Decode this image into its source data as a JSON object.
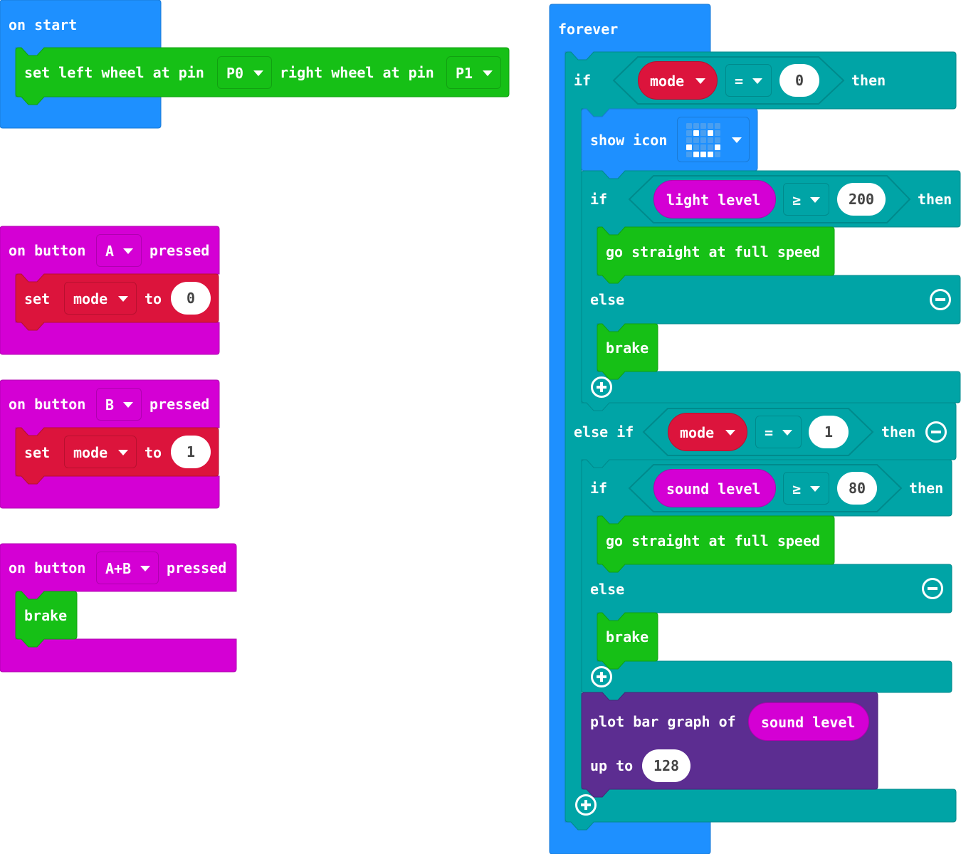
{
  "colors": {
    "events": "#1E90FF",
    "logic": "#00A4A6",
    "motors": "#16C016",
    "variables": "#DC143C",
    "input": "#D400D4",
    "led": "#5C2D91",
    "input_events": "#D400D4"
  },
  "on_start": {
    "label": "on start",
    "set_wheels": {
      "part1": "set left wheel at pin",
      "left_pin": "P0",
      "part2": "right wheel at pin",
      "right_pin": "P1"
    }
  },
  "button_a": {
    "prefix": "on button",
    "button": "A",
    "suffix": "pressed",
    "set": "set",
    "var": "mode",
    "to": "to",
    "value": "0"
  },
  "button_b": {
    "prefix": "on button",
    "button": "B",
    "suffix": "pressed",
    "set": "set",
    "var": "mode",
    "to": "to",
    "value": "1"
  },
  "button_ab": {
    "prefix": "on button",
    "button": "A+B",
    "suffix": "pressed",
    "action": "brake"
  },
  "forever": {
    "label": "forever",
    "if1": {
      "if": "if",
      "var": "mode",
      "op": "=",
      "value": "0",
      "then": "then"
    },
    "show_icon": {
      "label": "show icon",
      "icon": "smiley-icon"
    },
    "if_light": {
      "if": "if",
      "sensor": "light level",
      "op": "≥",
      "value": "200",
      "then": "then",
      "action": "go straight at full speed",
      "else": "else",
      "else_action": "brake"
    },
    "else_if": {
      "label": "else if",
      "var": "mode",
      "op": "=",
      "value": "1",
      "then": "then"
    },
    "if_sound": {
      "if": "if",
      "sensor": "sound level",
      "op": "≥",
      "value": "80",
      "then": "then",
      "action": "go straight at full speed",
      "else": "else",
      "else_action": "brake"
    },
    "plot": {
      "part1": "plot bar graph of",
      "sensor": "sound level",
      "up_to": "up to",
      "value": "128"
    }
  }
}
